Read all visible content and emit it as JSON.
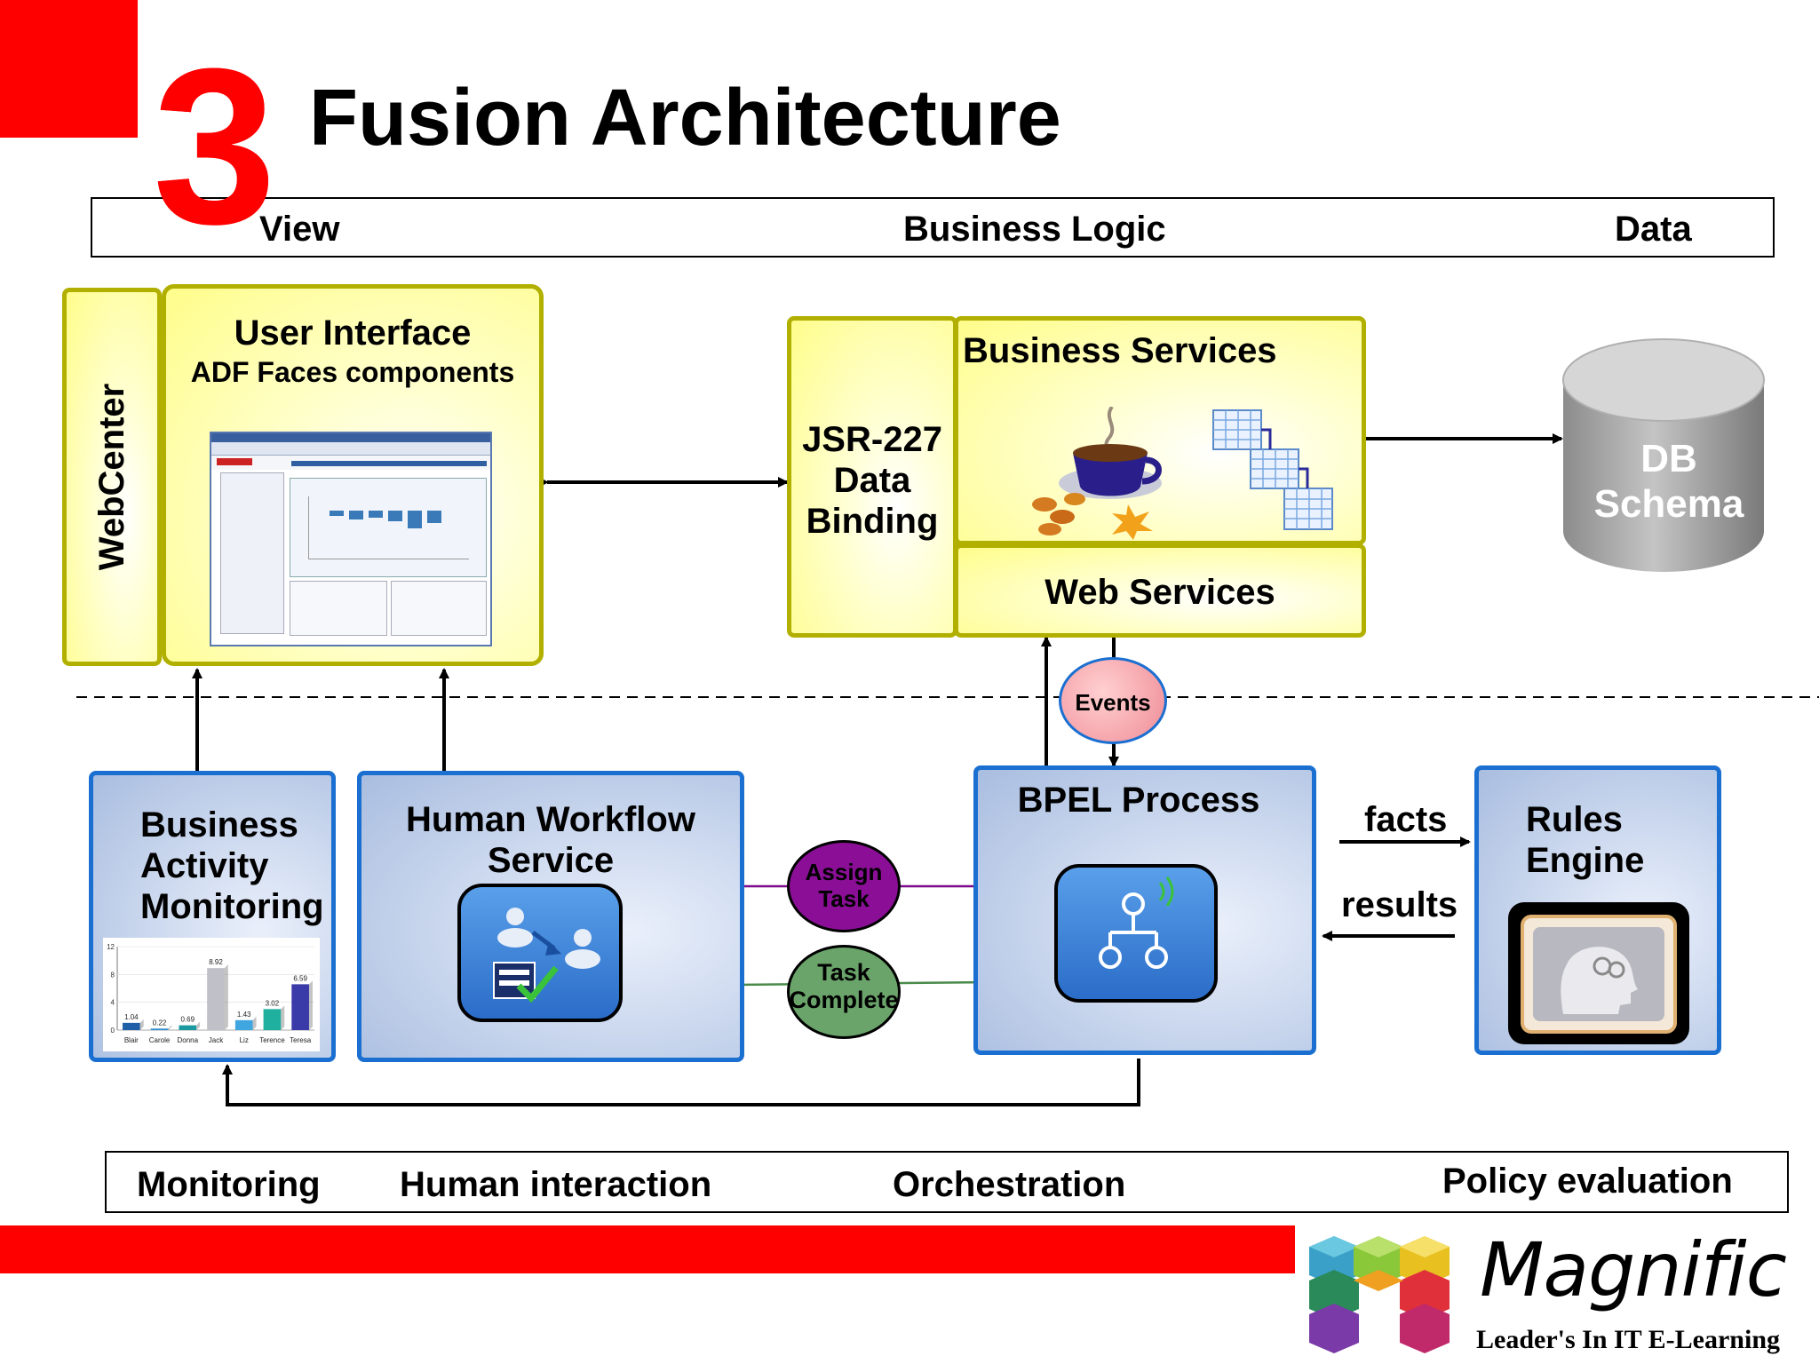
{
  "header": {
    "section_number": "3",
    "title": "Fusion Architecture"
  },
  "top_band": {
    "view": "View",
    "business_logic": "Business Logic",
    "data": "Data"
  },
  "bottom_band": {
    "monitoring": "Monitoring",
    "human_interaction": "Human interaction",
    "orchestration": "Orchestration",
    "policy_evaluation": "Policy evaluation"
  },
  "boxes": {
    "webcenter": "WebCenter",
    "ui_title": "User Interface",
    "ui_subtitle": "ADF Faces components",
    "jsr227": "JSR-227 Data Binding",
    "business_services": "Business Services",
    "web_services": "Web Services",
    "db_schema": "DB Schema",
    "bam": "Business Activity Monitoring",
    "human_workflow": "Human Workflow Service",
    "bpel": "BPEL Process",
    "rules_engine": "Rules Engine"
  },
  "connectors": {
    "events": "Events",
    "assign_task": "Assign Task",
    "task_complete": "Task Complete",
    "facts": "facts",
    "results": "results"
  },
  "bam_chart": {
    "type": "bar",
    "categories": [
      "Blair",
      "Carole",
      "Donna",
      "Jack",
      "Liz",
      "Terence",
      "Teresa"
    ],
    "values": [
      1.04,
      0.22,
      0.69,
      8.92,
      1.43,
      3.02,
      6.59
    ],
    "y_ticks": [
      "0",
      "4",
      "8",
      "12"
    ],
    "ylim": [
      0,
      12
    ],
    "colors": [
      "#1f5fa8",
      "#2f8fd0",
      "#1a9aa0",
      "#c0c0c8",
      "#3fa6e0",
      "#20b0a0",
      "#3a3aa8"
    ]
  },
  "logo": {
    "brand": "Magnific",
    "tagline": "Leader's In IT E-Learning"
  },
  "colors": {
    "red": "#ff0000",
    "yellow_border": "#b1b000",
    "blue_border": "#1a6fd1",
    "purple": "#7a0a8a",
    "green": "#5a9a5a"
  }
}
